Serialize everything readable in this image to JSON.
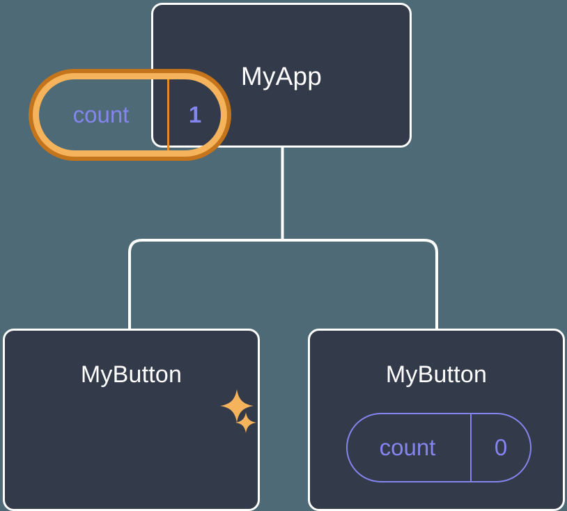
{
  "diagram": {
    "type": "component-tree",
    "title": "React component tree with state update highlight",
    "background_color": "#4d6a76",
    "node_fill_color": "#333a49",
    "node_border_color": "#ffffff",
    "connector_color": "#ffffff",
    "state_text_color": "#8585f0",
    "highlight_outer_color": "#c4741b",
    "highlight_inner_color": "#f5b35c",
    "sparkle_color": "#f5b35c"
  },
  "root": {
    "label": "MyApp"
  },
  "children": [
    {
      "label": "MyButton",
      "highlighted": true,
      "state": {
        "key": "count",
        "value": "1"
      },
      "sparkles": [
        {
          "name": "sparkle-large"
        },
        {
          "name": "sparkle-small"
        }
      ]
    },
    {
      "label": "MyButton",
      "highlighted": false,
      "state": {
        "key": "count",
        "value": "0"
      }
    }
  ]
}
